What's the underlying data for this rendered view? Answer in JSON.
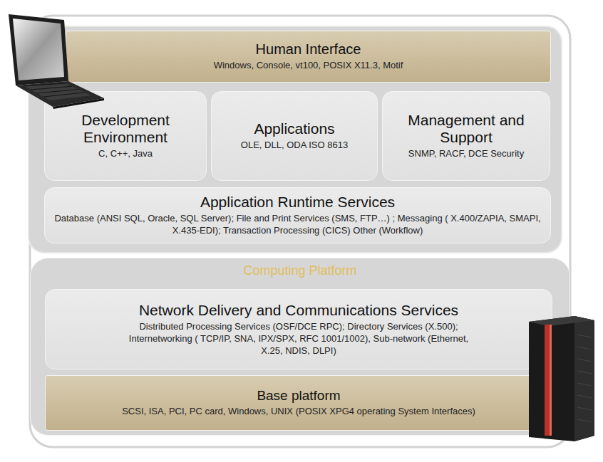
{
  "diagram": {
    "nodes": [
      {
        "text": [
          "Human Interface",
          "Windows, Console, vt100, POSIX X11.3, Motif"
        ]
      },
      {
        "text": [
          "Development Environment",
          "C, C++, Java"
        ]
      },
      {
        "text": [
          "Applications",
          "OLE, DLL, ODA ISO 8613"
        ]
      },
      {
        "text": [
          "Management and Support",
          "SNMP, RACF, DCE Security"
        ]
      },
      {
        "text": [
          "Application Runtime Services",
          "Database (ANSI SQL, Oracle, SQL Server); File and Print Services (SMS, FTP…) ; Messaging ( X.400/ZAPIA, SMAPI, X.435-EDI); Transaction Processing (CICS) Other (Workflow)"
        ]
      },
      {
        "text": [
          "Computing Platform"
        ]
      },
      {
        "text": [
          "Network Delivery and Communications Services",
          "Distributed Processing Services (OSF/DCE RPC); Directory Services (X.500); Internetworking ( TCP/IP, SNA, IPX/SPX, RFC 1001/1002), Sub-network (Ethernet, X.25, NDIS, DLPI)"
        ],
        "in": 5
      },
      {
        "text": [
          "Base platform",
          "SCSI, ISA, PCI, PC card, Windows, UNIX (POSIX XPG4 operating System Interfaces)"
        ],
        "in": 5
      }
    ]
  }
}
